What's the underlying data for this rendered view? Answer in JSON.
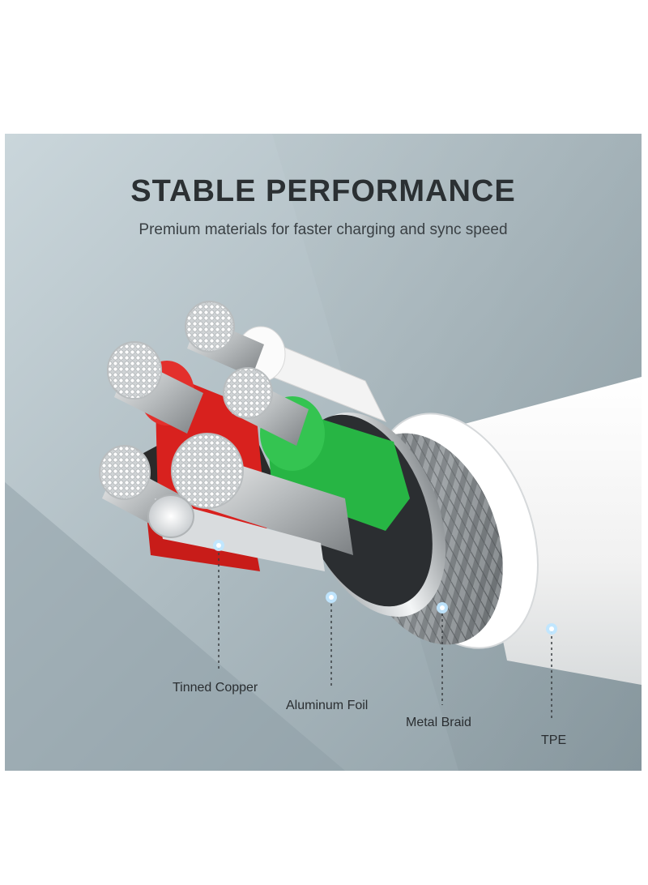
{
  "banner": {
    "title": "STABLE PERFORMANCE",
    "subtitle": "Premium materials for faster charging and sync speed"
  },
  "layers": [
    {
      "label": "Tinned Copper"
    },
    {
      "label": "Aluminum Foil"
    },
    {
      "label": "Metal Braid"
    },
    {
      "label": "TPE"
    }
  ],
  "colors": {
    "background": "#a9b8be",
    "wire_red": "#d8211e",
    "wire_green": "#27b544",
    "wire_white": "#f2f2f2",
    "wire_black": "#2a2a2a",
    "jacket": "#f8f8f8",
    "pointer_dot": "#bfe6ff"
  }
}
